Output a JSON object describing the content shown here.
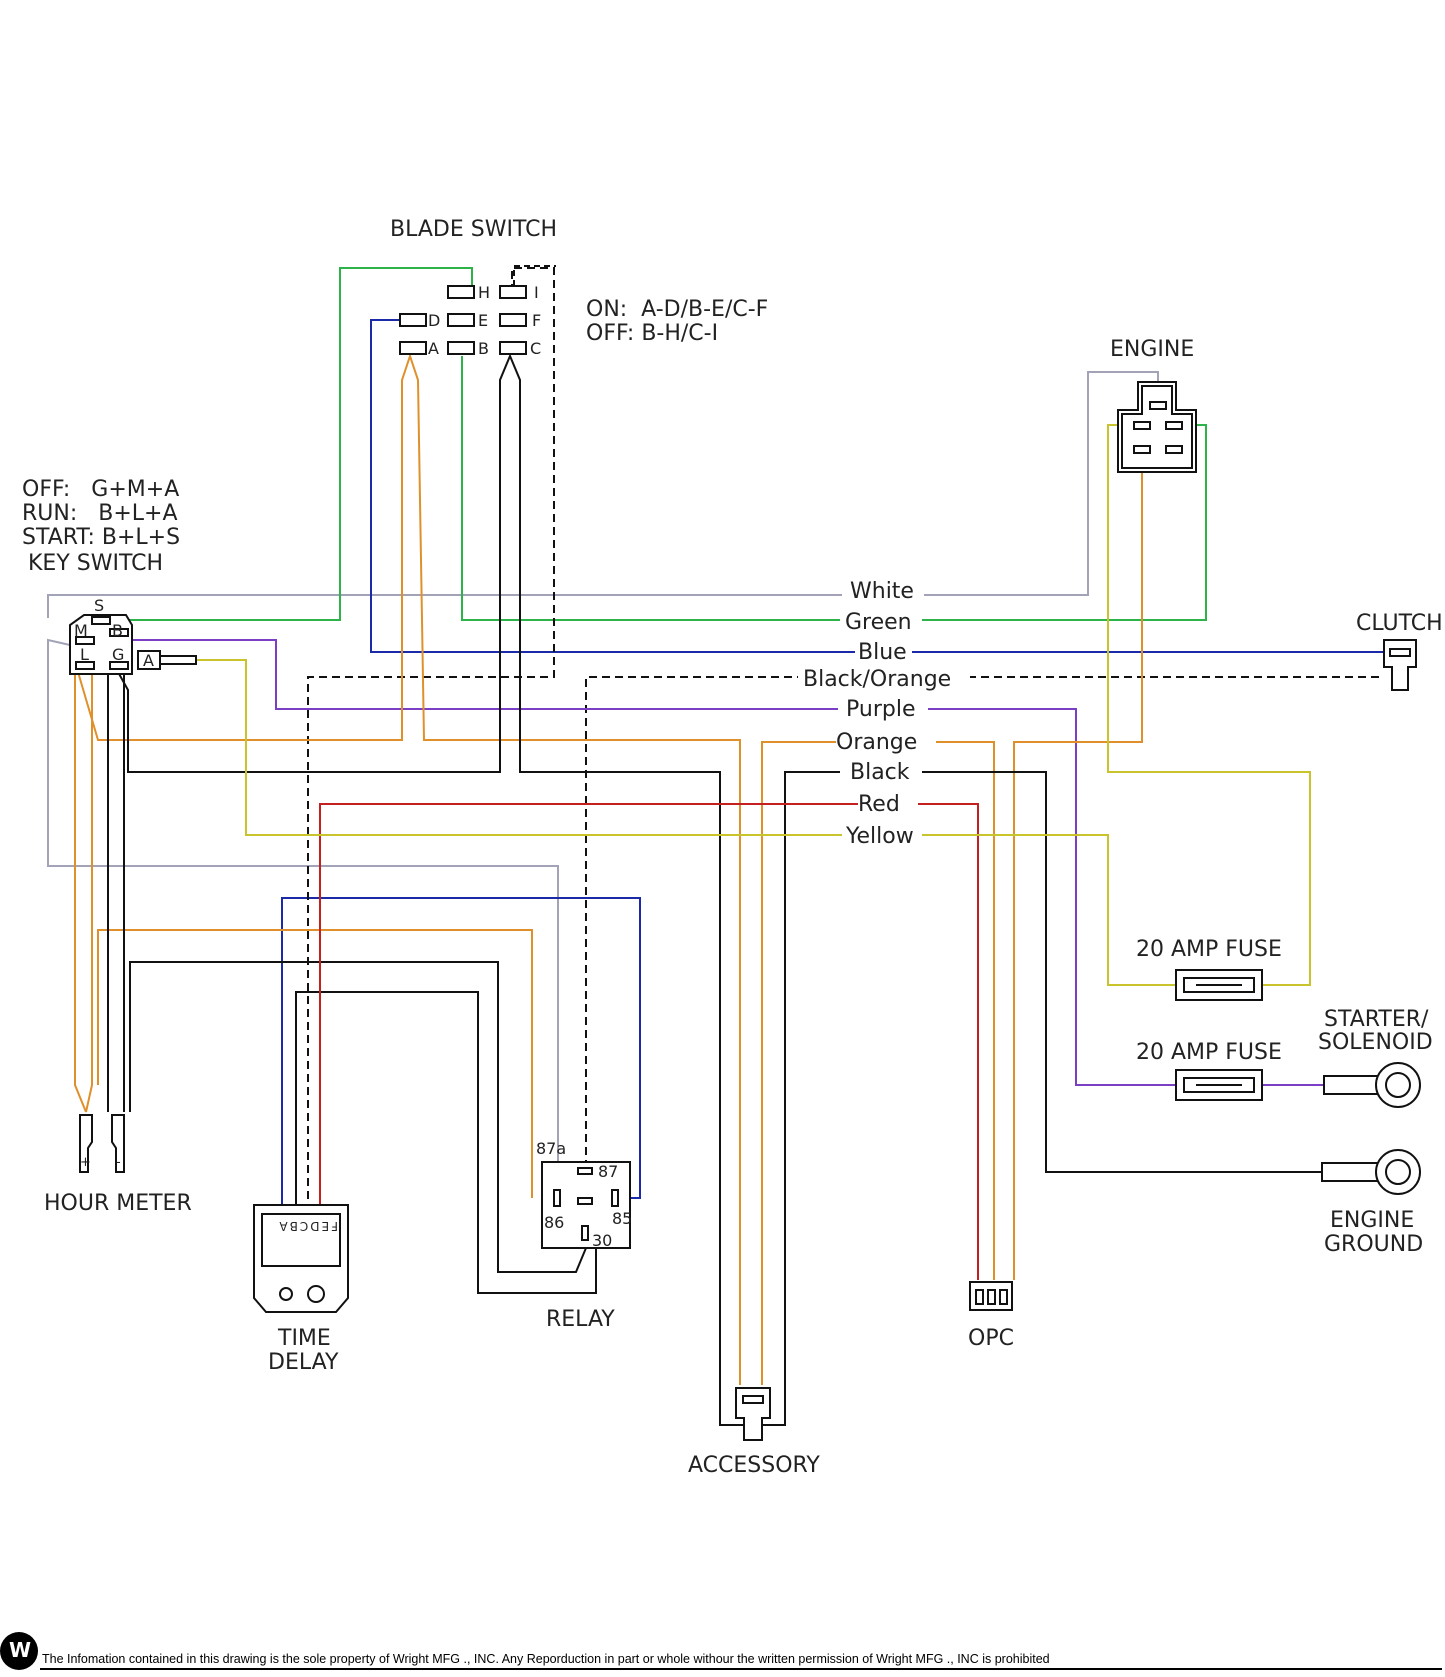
{
  "components": {
    "blade_switch": {
      "title": "BLADE SWITCH",
      "pins": [
        "H",
        "I",
        "D",
        "E",
        "F",
        "A",
        "B",
        "C"
      ],
      "states": [
        "ON:  A-D/B-E/C-F",
        "OFF: B-H/C-I"
      ]
    },
    "key_switch": {
      "title": "KEY SWITCH",
      "states": [
        "OFF:   G+M+A",
        "RUN:   B+L+A",
        "START: B+L+S"
      ],
      "pins": [
        "S",
        "M",
        "B",
        "L",
        "G",
        "A"
      ]
    },
    "engine": {
      "title": "ENGINE"
    },
    "clutch": {
      "title": "CLUTCH"
    },
    "fuse_1": {
      "title": "20 AMP FUSE"
    },
    "fuse_2": {
      "title": "20 AMP FUSE"
    },
    "starter": {
      "title_line1": "STARTER/",
      "title_line2": "SOLENOID"
    },
    "engine_ground": {
      "title_line1": "ENGINE",
      "title_line2": "GROUND"
    },
    "hour_meter": {
      "title": "HOUR METER",
      "plus": "+",
      "minus": "-"
    },
    "time_delay": {
      "title_line1": "TIME",
      "title_line2": "DELAY",
      "pins": "FEDCBA"
    },
    "relay": {
      "title": "RELAY",
      "pins": [
        "87a",
        "87",
        "86",
        "85",
        "30"
      ]
    },
    "opc": {
      "title": "OPC"
    },
    "accessory": {
      "title": "ACCESSORY"
    }
  },
  "wires": [
    {
      "name": "White",
      "color": "#a3a3b8"
    },
    {
      "name": "Green",
      "color": "#2eb34a"
    },
    {
      "name": "Blue",
      "color": "#1a2aa8"
    },
    {
      "name": "Black/Orange",
      "color": "#000000"
    },
    {
      "name": "Purple",
      "color": "#7a3fc4"
    },
    {
      "name": "Orange",
      "color": "#e0902a"
    },
    {
      "name": "Black",
      "color": "#111111"
    },
    {
      "name": "Red",
      "color": "#c42020"
    },
    {
      "name": "Yellow",
      "color": "#c9c42c"
    }
  ],
  "footer": {
    "text": "The Infomation contained in this drawing is the sole property of Wright MFG ., INC. Any Reporduction in part or whole withour the written permission of Wright MFG ., INC is prohibited"
  }
}
